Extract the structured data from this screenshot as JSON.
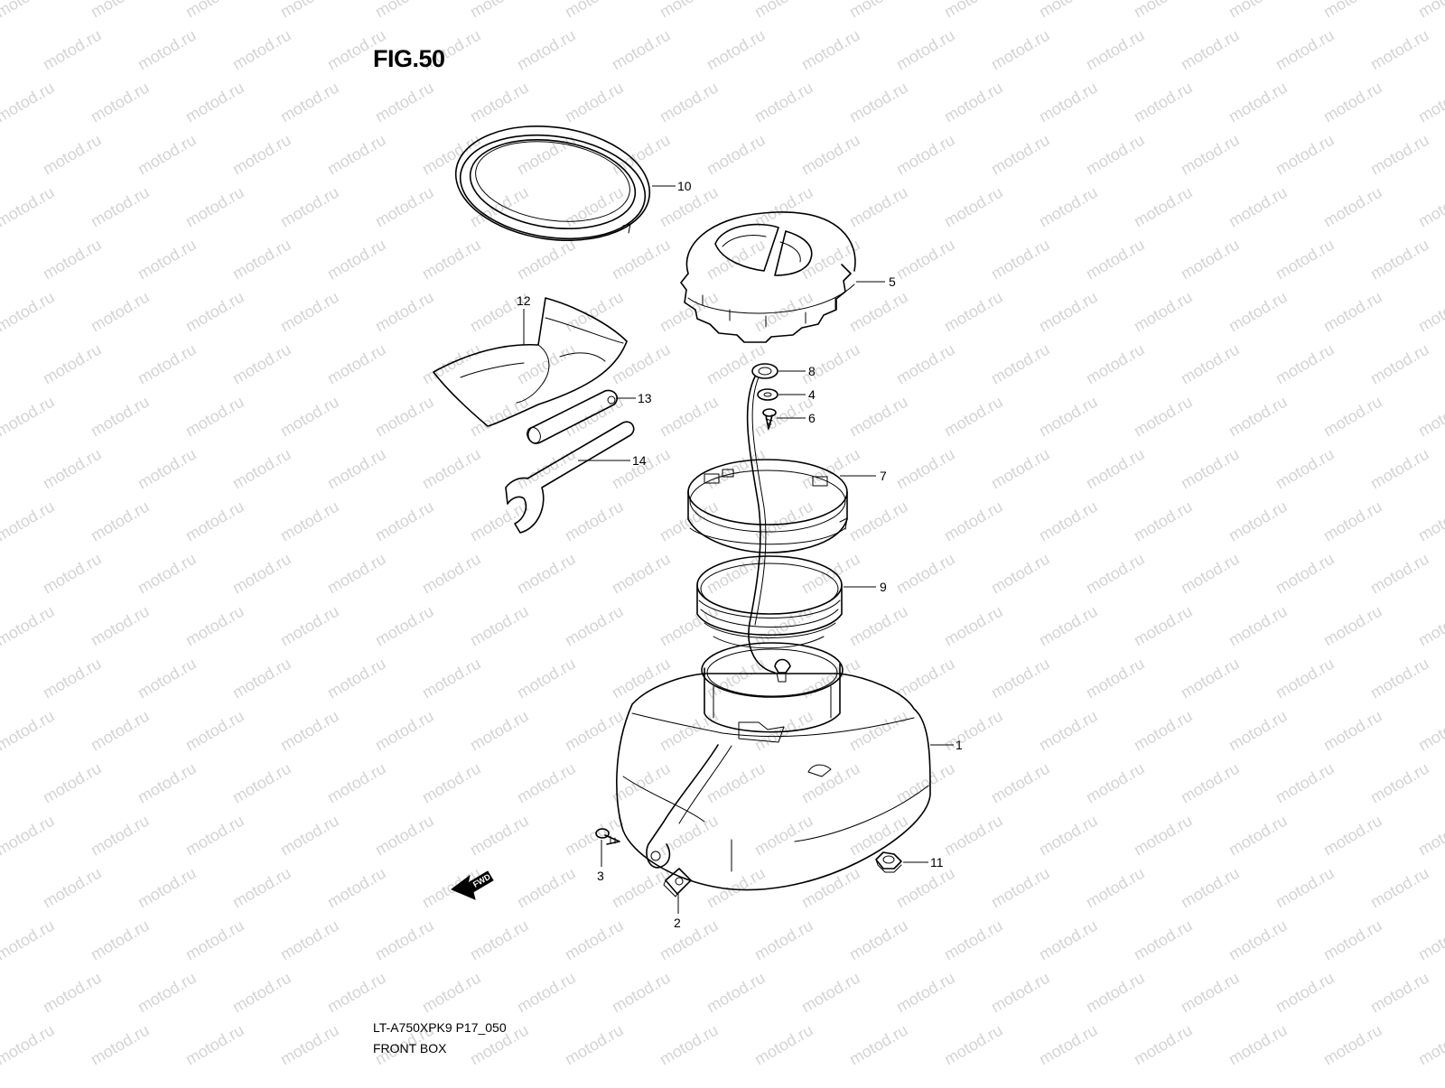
{
  "figure": {
    "title": "FIG.50",
    "model_code": "LT-A750XPK9 P17_050",
    "section_name": "FRONT BOX",
    "watermark_text": "motod.ru",
    "fwd_label": "FWD"
  },
  "callouts": [
    {
      "id": "1",
      "label": "1"
    },
    {
      "id": "2",
      "label": "2"
    },
    {
      "id": "3",
      "label": "3"
    },
    {
      "id": "4",
      "label": "4"
    },
    {
      "id": "5",
      "label": "5"
    },
    {
      "id": "6",
      "label": "6"
    },
    {
      "id": "7",
      "label": "7"
    },
    {
      "id": "8",
      "label": "8"
    },
    {
      "id": "9",
      "label": "9"
    },
    {
      "id": "10",
      "label": "10"
    },
    {
      "id": "11",
      "label": "11"
    },
    {
      "id": "12",
      "label": "12"
    },
    {
      "id": "13",
      "label": "13"
    },
    {
      "id": "14",
      "label": "14"
    }
  ],
  "colors": {
    "line": "#000000",
    "background": "#ffffff",
    "watermark": "#d4d4d4"
  }
}
